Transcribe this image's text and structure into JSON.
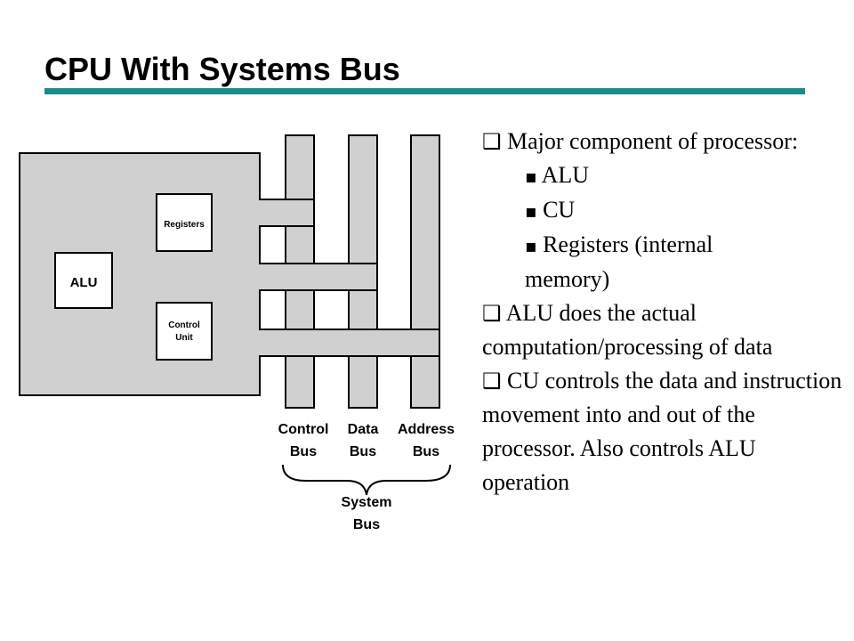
{
  "slide": {
    "title": "CPU With Systems Bus",
    "accent_color": "#1a8c8c"
  },
  "diagram": {
    "alu_label": "ALU",
    "registers_label": "Registers",
    "control_unit_label": [
      "Control",
      "Unit"
    ],
    "buses": [
      {
        "name": "Control",
        "suffix": "Bus"
      },
      {
        "name": "Data",
        "suffix": "Bus"
      },
      {
        "name": "Address",
        "suffix": "Bus"
      }
    ],
    "system_bus_label": [
      "System",
      "Bus"
    ]
  },
  "bullets": {
    "b1_marker": "❑",
    "b1_text": "Major component of processor:",
    "sub_marker": "▪",
    "sub_items": [
      "ALU",
      "CU",
      "Registers (internal"
    ],
    "sub_item_continuation": "memory)",
    "b2_text": "ALU does the actual computation/processing of data",
    "b3_text": "CU controls the data and instruction movement into and out of the processor. Also controls ALU operation"
  }
}
